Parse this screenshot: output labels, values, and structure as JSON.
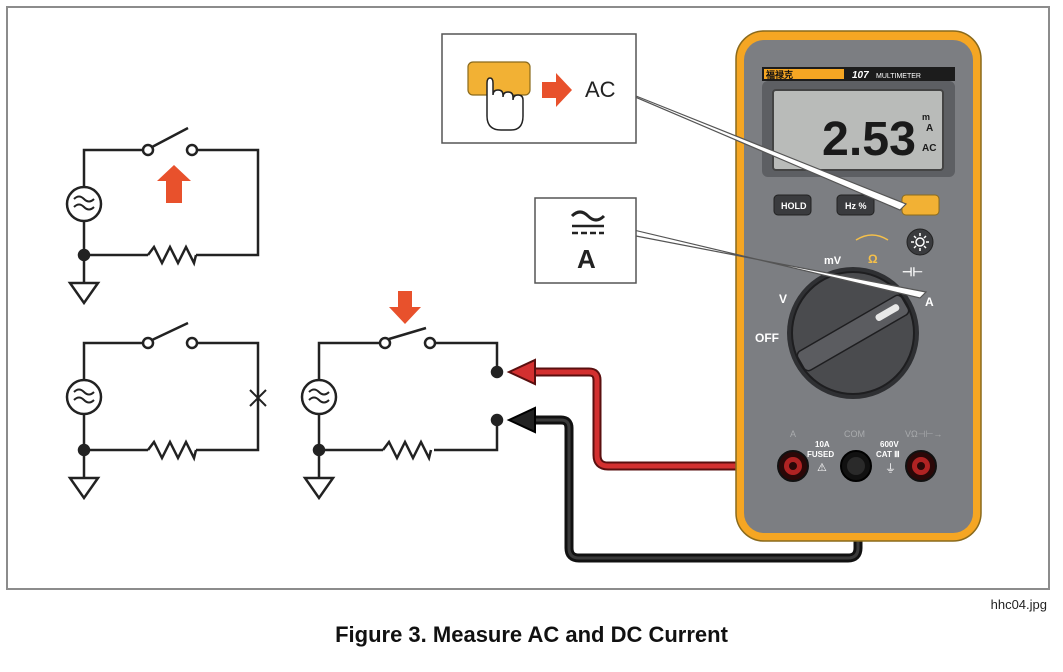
{
  "callout": {
    "ac_label": "AC",
    "function_symbol_text": "A"
  },
  "meter": {
    "brand_text": "福禄克",
    "model_number": "107",
    "model_name": "MULTIMETER",
    "display_value": "2.53",
    "display_unit_prefix": "m",
    "display_unit": "A",
    "display_mode": "AC",
    "buttons": {
      "hold": "HOLD",
      "hz_percent": "Hz %"
    },
    "dial": {
      "off": "OFF",
      "volts_ac": "V",
      "millivolts": "mV",
      "ohms": "Ω",
      "amps": "A"
    },
    "jacks": {
      "a_label": "A",
      "com_label": "COM",
      "v_label": "VΩ⊣⊢→",
      "fused_rating": "10A",
      "fused_text": "FUSED",
      "voltage_rating": "600V",
      "cat_rating": "CAT Ⅲ"
    }
  },
  "colors": {
    "accent_orange": "#e8512c",
    "button_yellow": "#f2b134",
    "meter_body": "#7a7c80",
    "meter_bezel": "#f5a623",
    "red_lead": "#cc2a2a",
    "black_lead": "#222222"
  },
  "file_name": "hhc04.jpg",
  "caption": "Figure 3. Measure AC and DC Current"
}
